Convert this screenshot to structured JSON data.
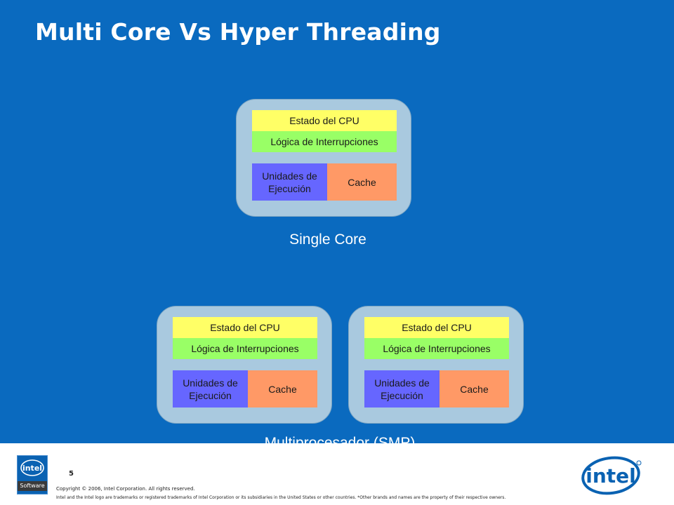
{
  "title": "Multi Core Vs Hyper Threading",
  "core_labels": {
    "state": "Estado del CPU",
    "interrupts": "Lógica de Interrupciones",
    "execution": "Unidades de Ejecución",
    "cache": "Cache"
  },
  "captions": {
    "single": "Single Core",
    "smp": "Multiprocesador (SMP)"
  },
  "footer": {
    "page_number": "5",
    "copyright": "Copyright © 2006, Intel Corporation. All rights reserved.",
    "trademark": "Intel and the Intel logo are trademarks or registered trademarks of Intel Corporation or its subsidiaries in the United States or other countries. *Other brands and names are the property of their respective owners.",
    "software_logo_text": "Software",
    "intel_logo_text": "intel"
  },
  "colors": {
    "background": "#0A6ABF",
    "core_container": "#A9C9DF",
    "state": "#FFFF66",
    "interrupts": "#99FF66",
    "execution": "#6666FF",
    "cache": "#FF9966"
  }
}
